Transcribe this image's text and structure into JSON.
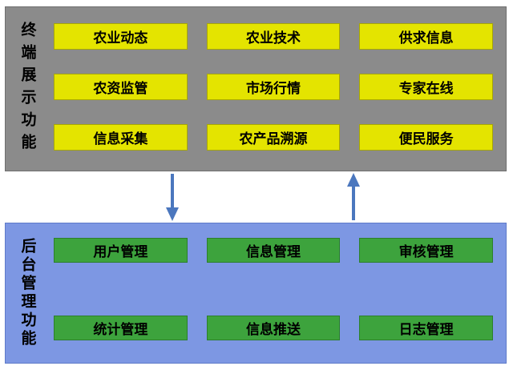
{
  "colors": {
    "page_bg": "#ffffff",
    "top_box_bg": "#8b8b8b",
    "top_box_border": "#6f6f6f",
    "top_button_bg": "#e4e400",
    "top_button_border": "#a8a800",
    "bottom_box_bg": "#7d97e3",
    "bottom_box_border": "#5f7bc9",
    "bottom_button_bg": "#3da33d",
    "bottom_button_border": "#2c7f2c",
    "arrow_color": "#4b77be",
    "button_text": "#000000"
  },
  "top_section": {
    "label": "终端展示功能",
    "rows": [
      [
        "农业动态",
        "农业技术",
        "供求信息"
      ],
      [
        "农资监管",
        "市场行情",
        "专家在线"
      ],
      [
        "信息采集",
        "农产品溯源",
        "便民服务"
      ]
    ]
  },
  "icons": {
    "down_arrow": "down-arrow-icon",
    "up_arrow": "up-arrow-icon"
  },
  "bottom_section": {
    "label": "后台管理功能",
    "rows": [
      [
        "用户管理",
        "信息管理",
        "审核管理"
      ],
      [
        "统计管理",
        "信息推送",
        "日志管理"
      ]
    ]
  }
}
